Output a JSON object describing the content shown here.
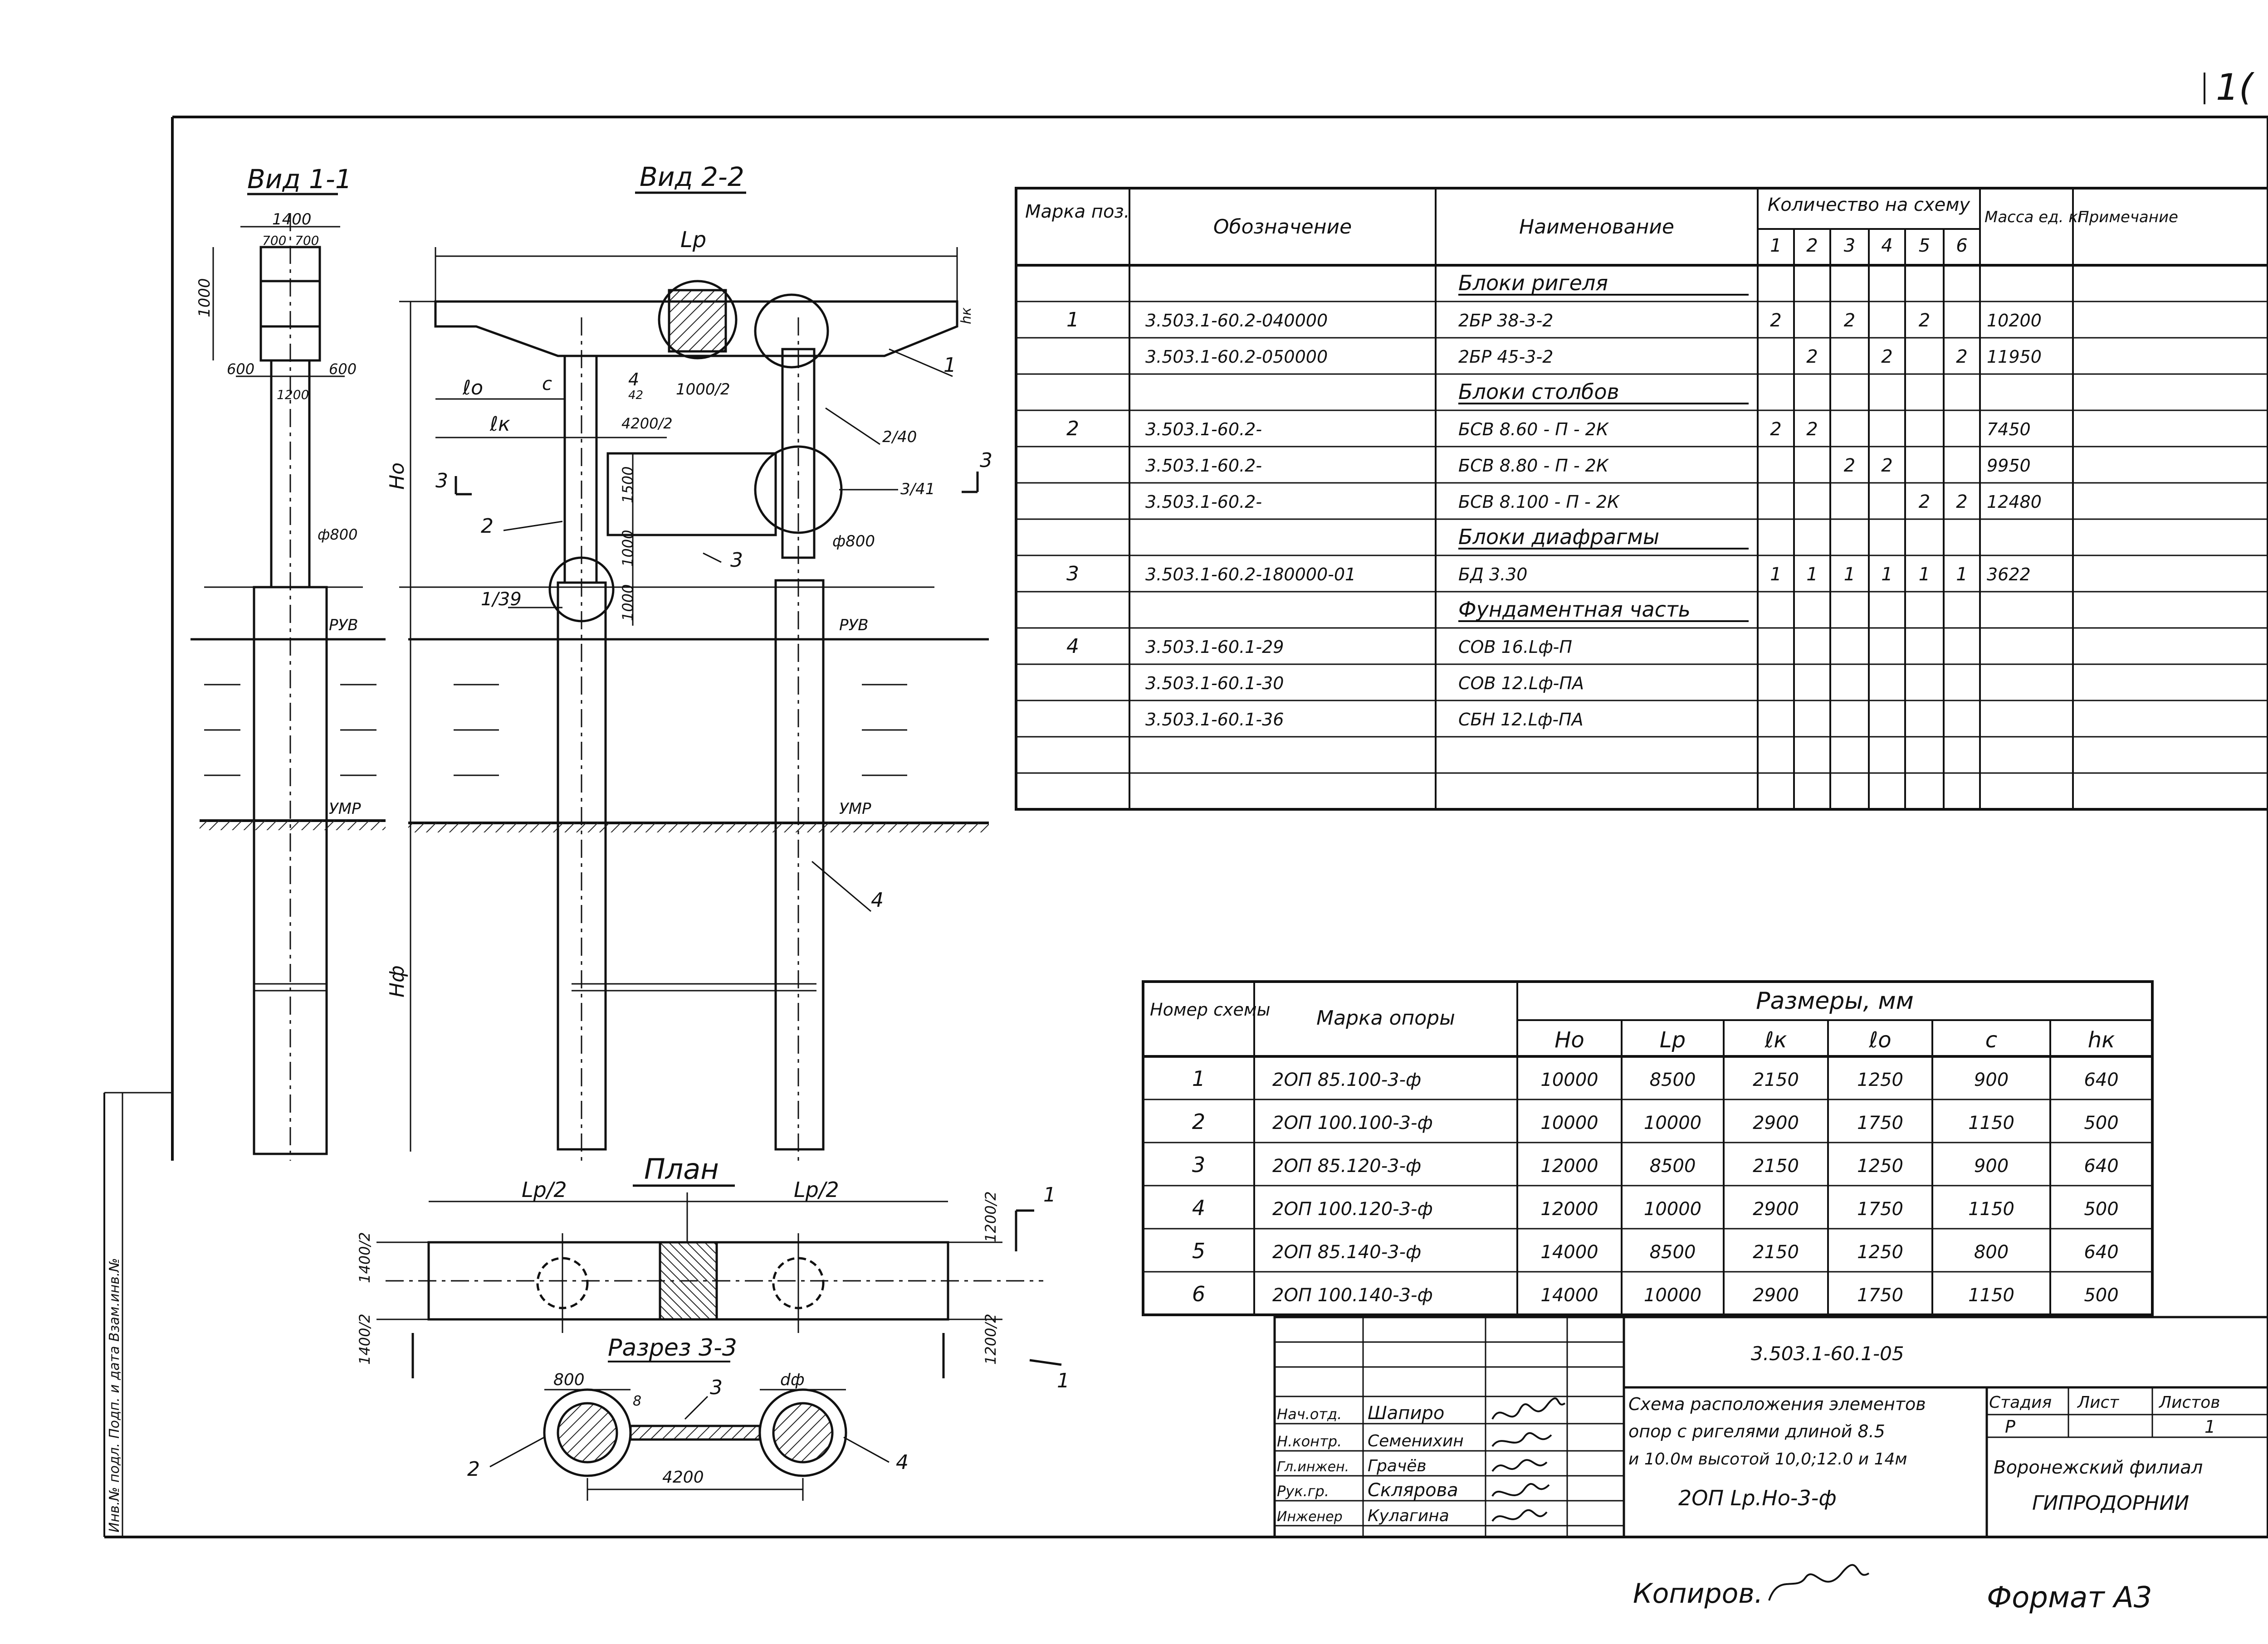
{
  "page": {
    "sheet_corner": "1("
  },
  "views": {
    "vid11": {
      "title": "Вид 1-1",
      "dims": [
        "1400",
        "700",
        "700",
        "1000",
        "600",
        "600",
        "1200",
        "ф800",
        "РУВ",
        "УМР"
      ]
    },
    "vid22": {
      "title": "Вид 2-2",
      "labels": [
        "Lр",
        "ℓo",
        "с",
        "ℓк",
        "4",
        "42",
        "1000/2",
        "4200/2",
        "Hо",
        "Hф",
        "1500",
        "1000",
        "1000",
        "ф800",
        "РУВ",
        "УМР",
        "hк"
      ],
      "callouts": [
        "1",
        "2",
        "3",
        "4",
        "2/40",
        "3/41",
        "1/39"
      ],
      "section_marks": [
        "3",
        "3"
      ]
    },
    "plan": {
      "title": "План",
      "labels": [
        "Lр/2",
        "Lр/2",
        "1400/2",
        "1400/2",
        "1200/2",
        "1200/2",
        "1",
        "1"
      ]
    },
    "razrez": {
      "title": "Разрез 3-3",
      "labels": [
        "800",
        "dф",
        "3",
        "8",
        "4200",
        "2",
        "4"
      ]
    }
  },
  "spec_table": {
    "headers": {
      "mark": "Марка поз.",
      "designation": "Обозначение",
      "name": "Наименование",
      "qty_group": "Количество на схему",
      "qty_cols": [
        "1",
        "2",
        "3",
        "4",
        "5",
        "6"
      ],
      "mass": "Масса ед. кг",
      "note": "Примечание"
    },
    "rows": [
      {
        "mark": "",
        "designation": "",
        "name": "Блоки ригеля",
        "section": true,
        "qty": [
          "",
          "",
          "",
          "",
          "",
          ""
        ],
        "mass": ""
      },
      {
        "mark": "1",
        "designation": "3.503.1-60.2-040000",
        "name": "2БР 38-3-2",
        "qty": [
          "2",
          "",
          "2",
          "",
          "2",
          ""
        ],
        "mass": "10200"
      },
      {
        "mark": "",
        "designation": "3.503.1-60.2-050000",
        "name": "2БР 45-3-2",
        "qty": [
          "",
          "2",
          "",
          "2",
          "",
          "2"
        ],
        "mass": "11950"
      },
      {
        "mark": "",
        "designation": "",
        "name": "Блоки столбов",
        "section": true,
        "qty": [
          "",
          "",
          "",
          "",
          "",
          ""
        ],
        "mass": ""
      },
      {
        "mark": "2",
        "designation": "3.503.1-60.2-",
        "name": "БСВ 8.60 - П - 2К",
        "qty": [
          "2",
          "2",
          "",
          "",
          "",
          ""
        ],
        "mass": "7450"
      },
      {
        "mark": "",
        "designation": "3.503.1-60.2-",
        "name": "БСВ 8.80 - П - 2К",
        "qty": [
          "",
          "",
          "2",
          "2",
          "",
          ""
        ],
        "mass": "9950"
      },
      {
        "mark": "",
        "designation": "3.503.1-60.2-",
        "name": "БСВ 8.100 - П - 2К",
        "qty": [
          "",
          "",
          "",
          "",
          "2",
          "2"
        ],
        "mass": "12480"
      },
      {
        "mark": "",
        "designation": "",
        "name": "Блоки диафрагмы",
        "section": true,
        "qty": [
          "",
          "",
          "",
          "",
          "",
          ""
        ],
        "mass": ""
      },
      {
        "mark": "3",
        "designation": "3.503.1-60.2-180000-01",
        "name": "БД 3.30",
        "qty": [
          "1",
          "1",
          "1",
          "1",
          "1",
          "1"
        ],
        "mass": "3622"
      },
      {
        "mark": "",
        "designation": "",
        "name": "Фундаментная часть",
        "section": true,
        "qty": [
          "",
          "",
          "",
          "",
          "",
          ""
        ],
        "mass": ""
      },
      {
        "mark": "4",
        "designation": "3.503.1-60.1-29",
        "name": "СОВ 16.Lф-П",
        "qty": [
          "",
          "",
          "",
          "",
          "",
          ""
        ],
        "mass": ""
      },
      {
        "mark": "",
        "designation": "3.503.1-60.1-30",
        "name": "СОВ 12.Lф-ПА",
        "qty": [
          "",
          "",
          "",
          "",
          "",
          ""
        ],
        "mass": ""
      },
      {
        "mark": "",
        "designation": "3.503.1-60.1-36",
        "name": "СБН 12.Lф-ПА",
        "qty": [
          "",
          "",
          "",
          "",
          "",
          ""
        ],
        "mass": ""
      },
      {
        "mark": "",
        "designation": "",
        "name": "",
        "qty": [
          "",
          "",
          "",
          "",
          "",
          ""
        ],
        "mass": ""
      },
      {
        "mark": "",
        "designation": "",
        "name": "",
        "qty": [
          "",
          "",
          "",
          "",
          "",
          ""
        ],
        "mass": ""
      }
    ]
  },
  "dims_table": {
    "headers": {
      "num": "Номер схемы",
      "mark": "Марка опоры",
      "group": "Размеры, мм",
      "cols": [
        "Hо",
        "Lр",
        "ℓк",
        "ℓo",
        "с",
        "hк"
      ]
    },
    "rows": [
      {
        "num": "1",
        "mark": "2ОП 85.100-3-ф",
        "vals": [
          "10000",
          "8500",
          "2150",
          "1250",
          "900",
          "640"
        ]
      },
      {
        "num": "2",
        "mark": "2ОП 100.100-3-ф",
        "vals": [
          "10000",
          "10000",
          "2900",
          "1750",
          "1150",
          "500"
        ]
      },
      {
        "num": "3",
        "mark": "2ОП 85.120-3-ф",
        "vals": [
          "12000",
          "8500",
          "2150",
          "1250",
          "900",
          "640"
        ]
      },
      {
        "num": "4",
        "mark": "2ОП 100.120-3-ф",
        "vals": [
          "12000",
          "10000",
          "2900",
          "1750",
          "1150",
          "500"
        ]
      },
      {
        "num": "5",
        "mark": "2ОП 85.140-3-ф",
        "vals": [
          "14000",
          "8500",
          "2150",
          "1250",
          "800",
          "640"
        ]
      },
      {
        "num": "6",
        "mark": "2ОП 100.140-3-ф",
        "vals": [
          "14000",
          "10000",
          "2900",
          "1750",
          "1150",
          "500"
        ]
      }
    ]
  },
  "title_block": {
    "code": "3.503.1-60.1-05",
    "people": [
      {
        "role": "Нач.отд.",
        "name": "Шапиро"
      },
      {
        "role": "Н.контр.",
        "name": "Семенихин"
      },
      {
        "role": "Гл.инжен.",
        "name": "Грачёв"
      },
      {
        "role": "Рук.гр.",
        "name": "Склярова"
      },
      {
        "role": "Инженер",
        "name": "Кулагина"
      }
    ],
    "description_lines": [
      "Схема расположения элементов",
      "опор с ригелями длиной 8.5",
      "и 10.0м высотой 10,0;12.0 и 14м",
      "2ОП Lр.Hо-3-ф"
    ],
    "stage_label": "Стадия",
    "sheet_label": "Лист",
    "sheets_label": "Листов",
    "stage": "Р",
    "sheets": "1",
    "org_line1": "Воронежский филиал",
    "org_line2": "ГИПРОДОРНИИ"
  },
  "side_stamp": "Инв.№ подл. Подп. и дата Взам.инв.№",
  "footer": {
    "copied": "Копиров.",
    "format": "Формат А3"
  }
}
